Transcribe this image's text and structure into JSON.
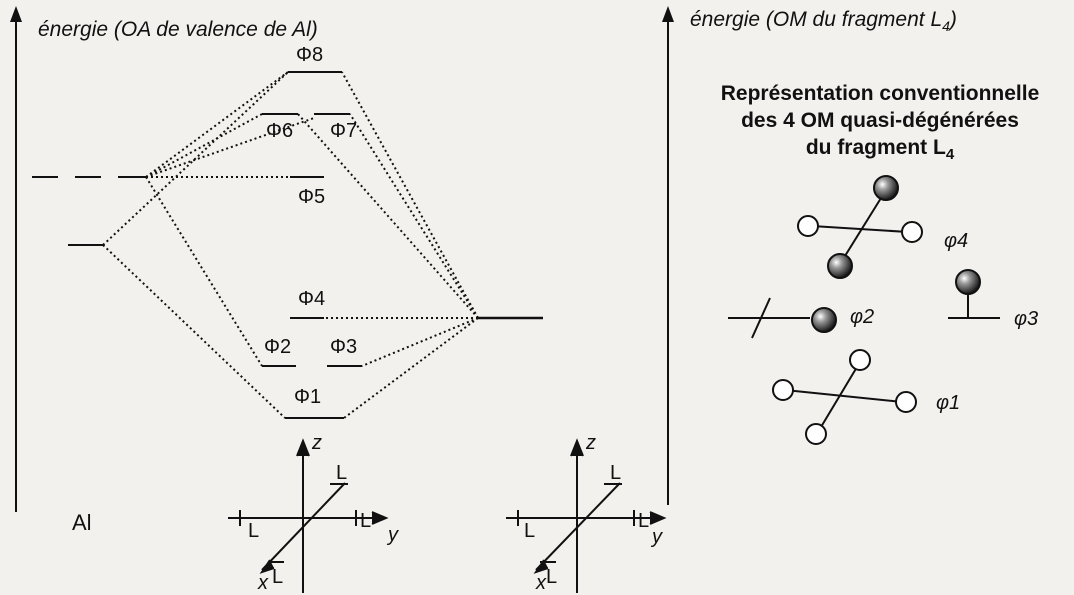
{
  "left_axis_title": "énergie (OA de valence de Al)",
  "right_axis_title": "énergie (OM du fragment L",
  "right_axis_sub": "4",
  "right_axis_close": ")",
  "al_label": "Al",
  "mo_labels": {
    "phi8": "Φ8",
    "phi6": "Φ6",
    "phi7": "Φ7",
    "phi5": "Φ5",
    "phi4": "Φ4",
    "phi2": "Φ2",
    "phi3": "Φ3",
    "phi1": "Φ1"
  },
  "representation": {
    "line1": "Représentation conventionnelle",
    "line2": "des 4 OM quasi-dégénérées",
    "line3": "du fragment L",
    "line3_sub": "4"
  },
  "phi_small": {
    "p4": "φ4",
    "p2": "φ2",
    "p3": "φ3",
    "p1": "φ1"
  },
  "axes_labels": {
    "z": "z",
    "x": "x",
    "y": "y",
    "L": "L"
  }
}
